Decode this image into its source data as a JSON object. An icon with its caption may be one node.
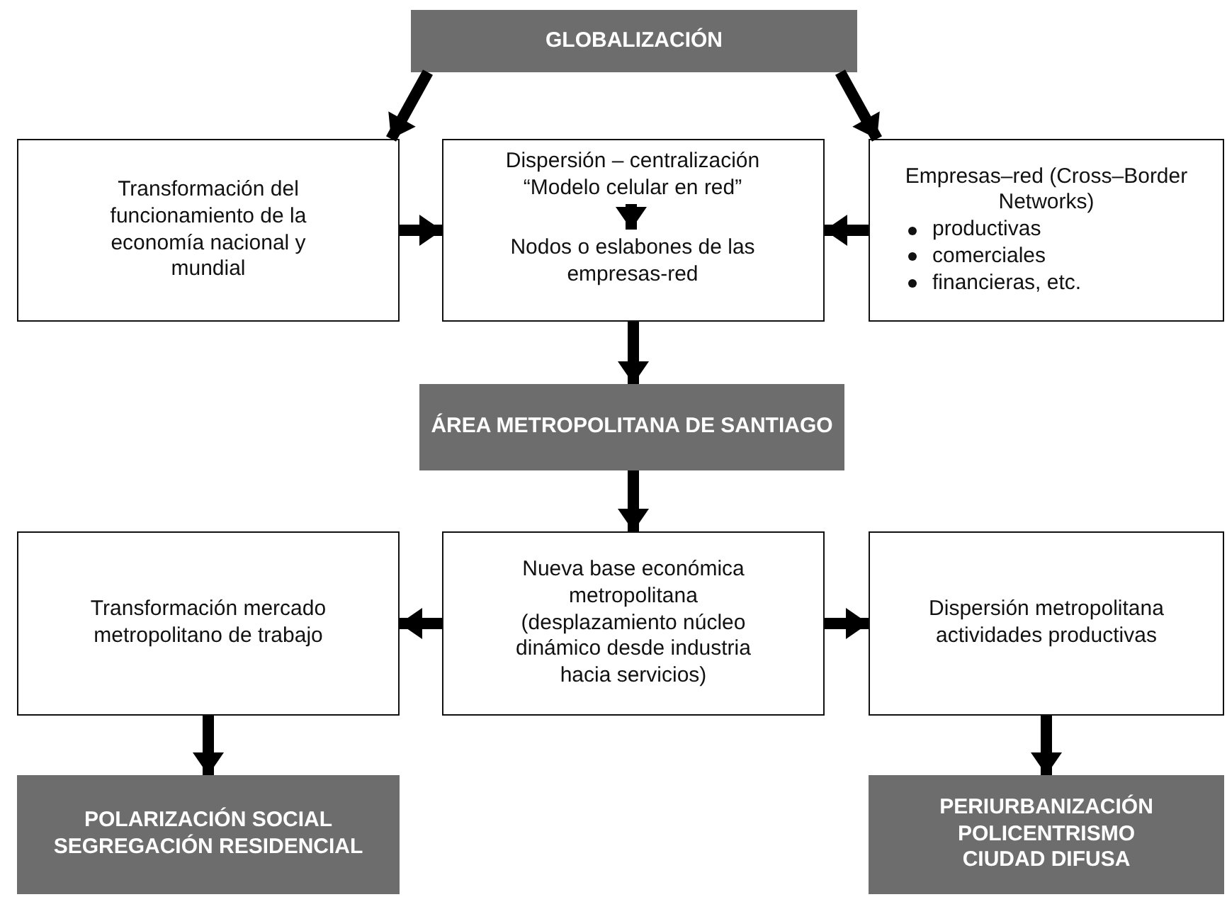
{
  "diagram": {
    "nodes": [
      {
        "text": [
          "GLOBALIZACIÓN"
        ]
      },
      {
        "text": [
          "Transformación del funcionamiento de la economía nacional y mundial"
        ]
      },
      {
        "text": [],
        "shape": "box"
      },
      {
        "text": [
          "Dispersión – centralización “Modelo celular en red”"
        ],
        "in": 2
      },
      {
        "text": [
          "Nodos o eslabones de las empresas-red"
        ],
        "in": 2
      },
      {
        "text": [
          "Empresas–red (Cross–Border Networks)",
          "productivas",
          "comerciales",
          "financieras, etc."
        ]
      },
      {
        "text": [
          "ÁREA METROPOLITANA DE SANTIAGO"
        ]
      },
      {
        "text": [
          "Transformación mercado metropolitano de trabajo"
        ]
      },
      {
        "text": [
          "Nueva base económica metropolitana (desplazamiento núcleo dinámico desde industria hacia servicios)"
        ]
      },
      {
        "text": [
          "Dispersión metropolitana actividades productivas"
        ]
      },
      {
        "text": [
          "POLARIZACIÓN SOCIAL SEGREGACIÓN RESIDENCIAL"
        ]
      },
      {
        "text": [
          "PERIURBANIZACIÓN POLICENTRISMO CIUDAD DIFUSA"
        ]
      }
    ],
    "edges": [
      {
        "from": 0,
        "to": 1,
        "arrow": "to"
      },
      {
        "from": 0,
        "to": 5,
        "arrow": "to"
      },
      {
        "from": 1,
        "to": 2,
        "arrow": "to"
      },
      {
        "from": 5,
        "to": 2,
        "arrow": "to"
      },
      {
        "from": 3,
        "to": 4,
        "arrow": "to"
      },
      {
        "from": 2,
        "to": 6,
        "arrow": "to"
      },
      {
        "from": 6,
        "to": 8,
        "arrow": "to"
      },
      {
        "from": 8,
        "to": 7,
        "arrow": "to"
      },
      {
        "from": 8,
        "to": 9,
        "arrow": "to"
      },
      {
        "from": 7,
        "to": 10,
        "arrow": "to"
      },
      {
        "from": 9,
        "to": 11,
        "arrow": "to"
      }
    ]
  }
}
